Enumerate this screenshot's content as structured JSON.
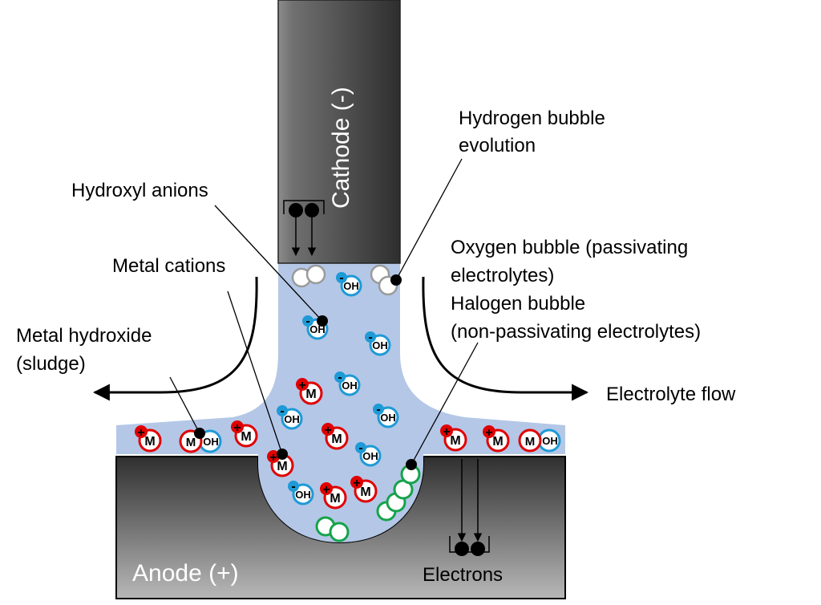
{
  "labels": {
    "cathode": "Cathode (-)",
    "anode": "Anode (+)",
    "hydrogen_1": "Hydrogen bubble",
    "hydrogen_2": "evolution",
    "hydroxyl": "Hydroxyl anions",
    "metal_cations": "Metal cations",
    "oxygen_1": "Oxygen bubble (passivating",
    "oxygen_2": "electrolytes)",
    "halogen_1": "Halogen bubble",
    "halogen_2": "(non-passivating electrolytes)",
    "sludge_1": "Metal hydroxide",
    "sludge_2": "(sludge)",
    "flow": "Electrolyte flow",
    "electrons": "Electrons"
  },
  "ions": {
    "metal_symbol": "M",
    "hydroxide_symbol": "OH",
    "plus_sign": "+",
    "minus_sign": "-"
  },
  "colors": {
    "electrolyte": "#b4c7e7",
    "cation_ring": "#e00000",
    "anion_ring": "#1e9ad6",
    "halogen_ring": "#16a34a",
    "hydrogen_ring": "#9a9a9a"
  }
}
